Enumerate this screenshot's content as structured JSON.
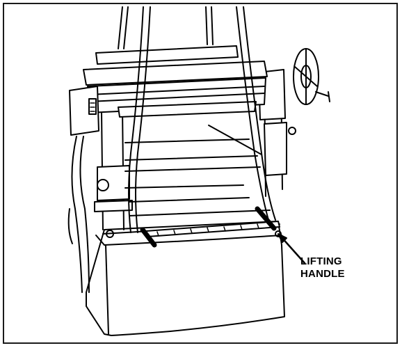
{
  "callout": {
    "line1": "LIFTING",
    "line2": "HANDLE"
  },
  "colors": {
    "ink": "#000000",
    "paper": "#ffffff",
    "frame": "#1a1a1a"
  },
  "icons": [
    "planer-illustration",
    "lifting-strap",
    "handwheel",
    "arrow"
  ]
}
